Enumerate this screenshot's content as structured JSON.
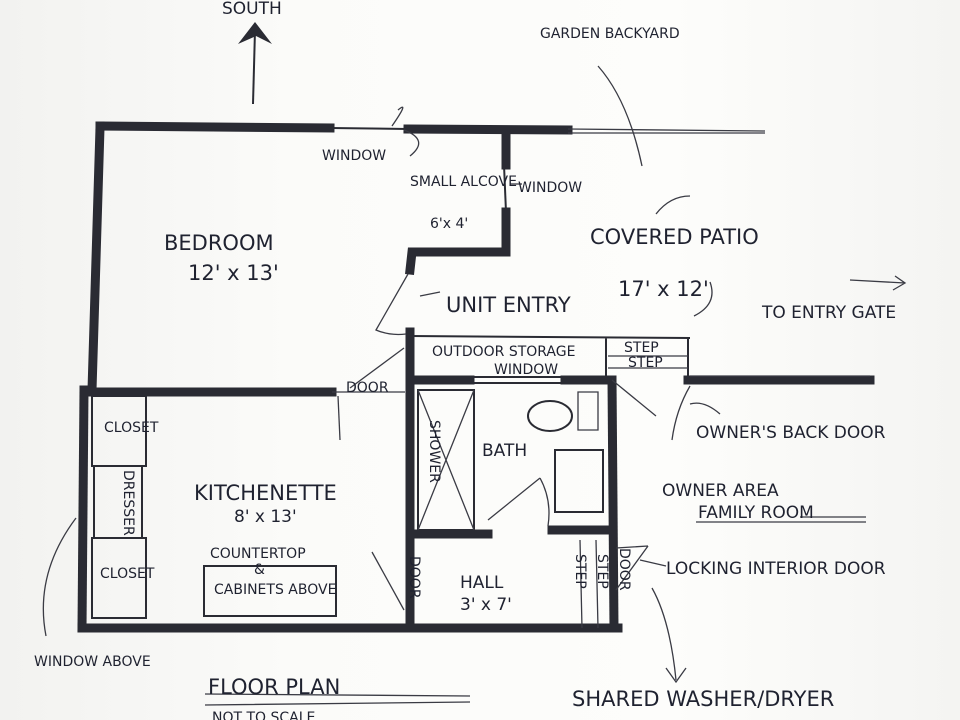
{
  "compass": {
    "label": "SOUTH"
  },
  "labels": {
    "garden_backyard": "GARDEN BACKYARD",
    "window_top": "WINDOW",
    "window_alcove": "WINDOW",
    "small_alcove": "SMALL ALCOVE",
    "alcove_dim": "6'x 4'",
    "bedroom": "BEDROOM",
    "bedroom_dim": "12' x 13'",
    "unit_entry": "UNIT ENTRY",
    "covered_patio": "COVERED PATIO",
    "patio_dim": "17' x 12'",
    "to_entry_gate": "TO ENTRY GATE",
    "outdoor_storage": "OUTDOOR STORAGE",
    "step_1": "STEP",
    "step_2": "STEP",
    "window_storage": "WINDOW",
    "door_bedroom": "DOOR",
    "owners_back_door": "OWNER'S BACK DOOR",
    "closet_top": "CLOSET",
    "closet_bottom": "CLOSET",
    "dresser": "DRESSER",
    "shower": "SHOWER",
    "bath": "BATH",
    "kitchenette": "KITCHENETTE",
    "kitchenette_dim": "8' x 13'",
    "owner_area": "OWNER AREA",
    "family_room": "FAMILY ROOM",
    "countertop": "COUNTERTOP",
    "ampersand": "&",
    "cabinets_above": "CABINETS ABOVE",
    "door_hall": "DOOR",
    "hall": "HALL",
    "hall_dim": "3' x 7'",
    "step_hall": "STEP",
    "step_hall_2": "STEP",
    "door_interior": "DOOR",
    "locking_interior_door": "LOCKING INTERIOR DOOR",
    "window_above": "WINDOW ABOVE",
    "floor_plan": "FLOOR PLAN",
    "not_to_scale": "NOT TO SCALE",
    "shared_washer_dryer": "SHARED WASHER/DRYER"
  }
}
